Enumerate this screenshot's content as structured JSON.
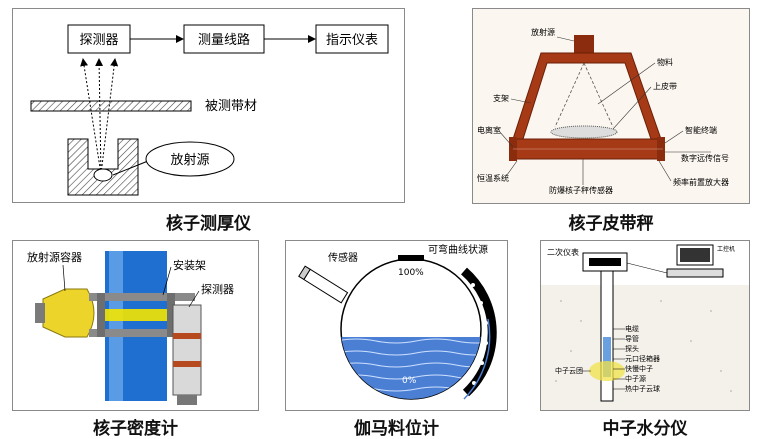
{
  "panels": {
    "thickness": {
      "caption": "核子测厚仪",
      "detector": "探测器",
      "circuit": "测量线路",
      "indicator": "指示仪表",
      "material": "被测带材",
      "source": "放射源"
    },
    "belt_scale": {
      "caption": "核子皮带秤",
      "source": "放射源",
      "material": "物料",
      "belt": "上皮带",
      "frame": "支架",
      "ion_chamber": "电离室",
      "smart_terminal": "智能终端",
      "signal": "数字远传信号",
      "temp_system": "恒温系统",
      "sensor": "防爆核子秤传感器",
      "preamp": "频率前置放大器"
    },
    "density": {
      "caption": "核子密度计",
      "container": "放射源容器",
      "bracket": "安装架",
      "detector": "探测器"
    },
    "gamma_level": {
      "caption": "伽马料位计",
      "sensor": "传感器",
      "source": "可弯曲线状源",
      "top_pct": "100%",
      "bottom_pct": "0%"
    },
    "neutron": {
      "caption": "中子水分仪",
      "secondary": "二次仪表",
      "computer": "工控机",
      "cable": "电缆",
      "tube": "导管",
      "probe": "探头",
      "counter": "元口径箱器",
      "cloud": "中子云团",
      "fast_slow": "快慢中子",
      "neutron_source": "中子源",
      "thermal": "热中子云球"
    }
  }
}
